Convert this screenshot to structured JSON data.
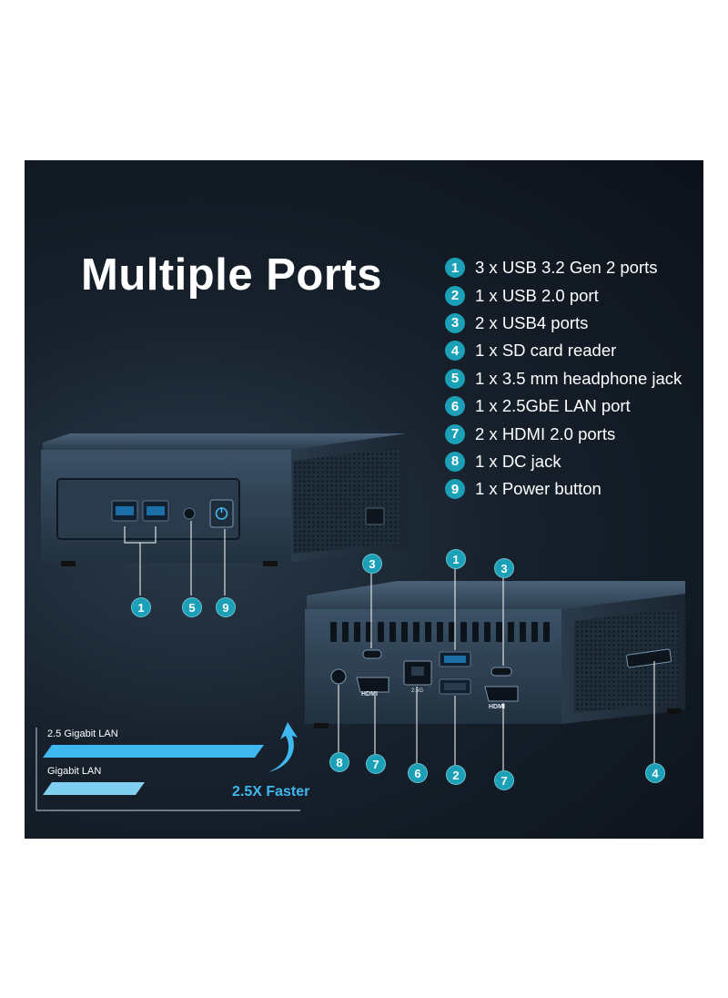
{
  "title": "Multiple Ports",
  "specs": [
    {
      "num": "1",
      "text": "3 x USB 3.2 Gen 2 ports"
    },
    {
      "num": "2",
      "text": "1 x USB 2.0 port"
    },
    {
      "num": "3",
      "text": "2 x USB4 ports"
    },
    {
      "num": "4",
      "text": "1 x SD card reader"
    },
    {
      "num": "5",
      "text": "1 x 3.5 mm headphone jack"
    },
    {
      "num": "6",
      "text": "1 x 2.5GbE LAN port"
    },
    {
      "num": "7",
      "text": "2 x HDMI 2.0 ports"
    },
    {
      "num": "8",
      "text": "1 x DC jack"
    },
    {
      "num": "9",
      "text": "1 x Power button"
    }
  ],
  "front_callouts": [
    "1",
    "5",
    "9"
  ],
  "rear_callouts": {
    "top": [
      "3",
      "1",
      "3"
    ],
    "bottom": [
      "8",
      "7",
      "6",
      "2",
      "7",
      "4"
    ]
  },
  "port_labels": {
    "hdmi": "HDMI",
    "lan": "2.5G"
  },
  "comparison": {
    "bar1_label": "2.5 Gigabit LAN",
    "bar2_label": "Gigabit LAN",
    "speedup_label": "2.5X Faster"
  },
  "colors": {
    "accent": "#1ba0b8",
    "bar_fast": "#3fb7ef",
    "bar_slow": "#7fd0f0",
    "speedup": "#3fb7ef"
  }
}
